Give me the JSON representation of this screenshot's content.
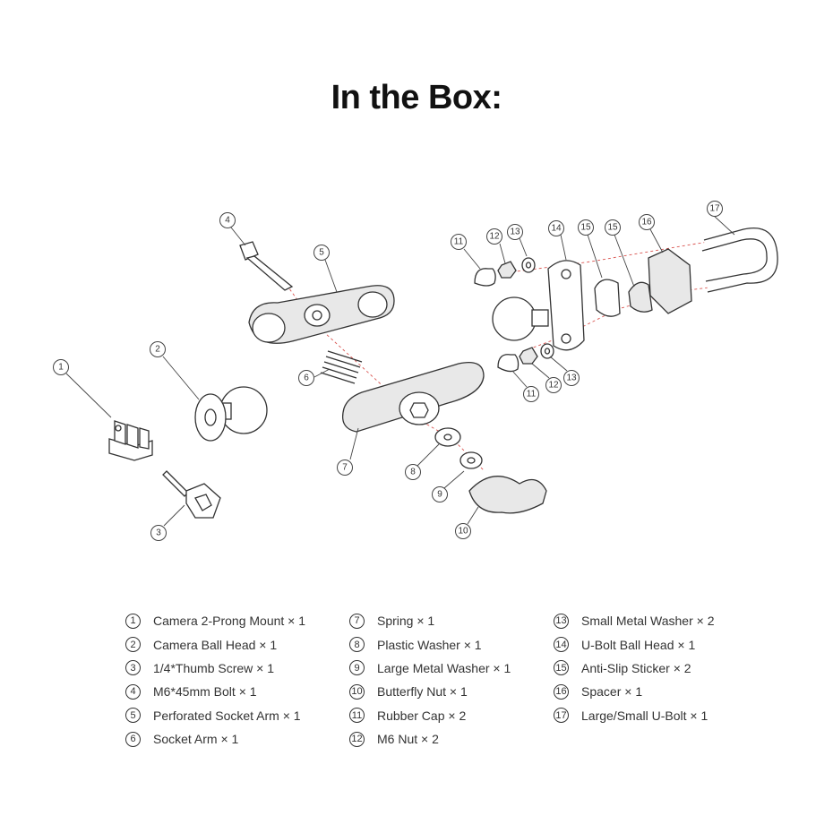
{
  "title": "In the Box:",
  "parts": [
    {
      "num": "1",
      "label": "Camera 2-Prong Mount × 1"
    },
    {
      "num": "2",
      "label": "Camera Ball Head × 1"
    },
    {
      "num": "3",
      "label": "1/4*Thumb Screw × 1"
    },
    {
      "num": "4",
      "label": "M6*45mm Bolt × 1"
    },
    {
      "num": "5",
      "label": "Perforated Socket Arm × 1"
    },
    {
      "num": "6",
      "label": "Socket Arm × 1"
    },
    {
      "num": "7",
      "label": "Spring × 1"
    },
    {
      "num": "8",
      "label": "Plastic Washer × 1"
    },
    {
      "num": "9",
      "label": "Large Metal Washer × 1"
    },
    {
      "num": "10",
      "label": "Butterfly Nut × 1"
    },
    {
      "num": "11",
      "label": "Rubber Cap × 2"
    },
    {
      "num": "12",
      "label": "M6 Nut × 2"
    },
    {
      "num": "13",
      "label": "Small Metal Washer × 2"
    },
    {
      "num": "14",
      "label": "U-Bolt Ball Head × 1"
    },
    {
      "num": "15",
      "label": "Anti-Slip Sticker × 2"
    },
    {
      "num": "16",
      "label": "Spacer × 1"
    },
    {
      "num": "17",
      "label": "Large/Small U-Bolt × 1"
    }
  ],
  "callouts": [
    "1",
    "2",
    "3",
    "4",
    "5",
    "6",
    "7",
    "8",
    "9",
    "10",
    "11",
    "12",
    "13",
    "14",
    "15",
    "15",
    "16",
    "17",
    "11",
    "12",
    "13"
  ]
}
